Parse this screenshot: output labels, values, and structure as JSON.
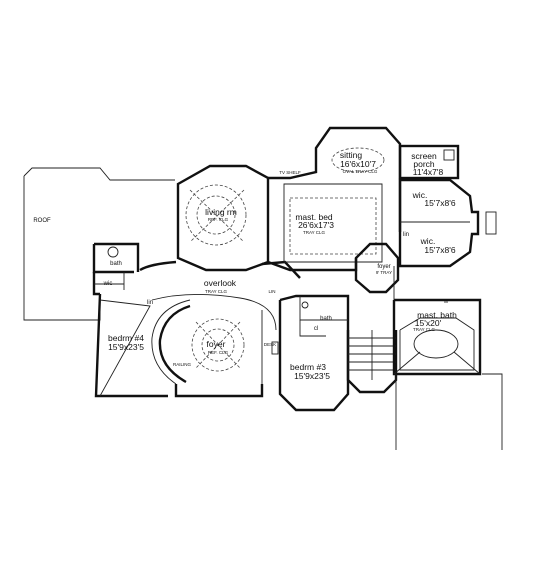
{
  "rooms": {
    "roof": {
      "name": "ROOF"
    },
    "sitting": {
      "name": "sitting",
      "dims": "16'6x10'7",
      "note": "OVAL TRAY CLG"
    },
    "screen_porch": {
      "name": "screen",
      "name2": "porch",
      "dims": "11'4x7'8"
    },
    "living": {
      "name": "living rm",
      "note": "REF. CLG"
    },
    "mast_bed": {
      "name": "mast. bed",
      "dims": "26'6x17'3",
      "note": "TRAY CLG"
    },
    "wic1": {
      "name": "wic.",
      "dims": "15'7x8'6"
    },
    "wic2": {
      "name": "wic.",
      "dims": "15'7x8'6"
    },
    "foyer_upper": {
      "name": "foyer",
      "note": "9' TRAY"
    },
    "overlook": {
      "name": "overlook",
      "note": "TRAY CLG"
    },
    "bath_left": {
      "name": "bath"
    },
    "wic_left": {
      "name": "wic"
    },
    "lin_left": {
      "name": "lin"
    },
    "bedrm4": {
      "name": "bedrm #4",
      "dims": "15'9x23'5"
    },
    "foyer": {
      "name": "foyer",
      "note": "REF. CLG"
    },
    "bedrm3": {
      "name": "bedrm #3",
      "dims": "15'9x23'5"
    },
    "bath_mid": {
      "name": "bath"
    },
    "cl_mid": {
      "name": "cl"
    },
    "mast_bath": {
      "name": "mast. bath",
      "dims": "15'x20'",
      "note": "TRAY CLG"
    },
    "lin_right": {
      "name": "lin"
    },
    "lin_upper": {
      "name": "lin"
    }
  },
  "misc": {
    "railing": "RAILING",
    "desk": "DESK",
    "lin_small": "LIN",
    "tv_shelf": "TV SHELF"
  }
}
